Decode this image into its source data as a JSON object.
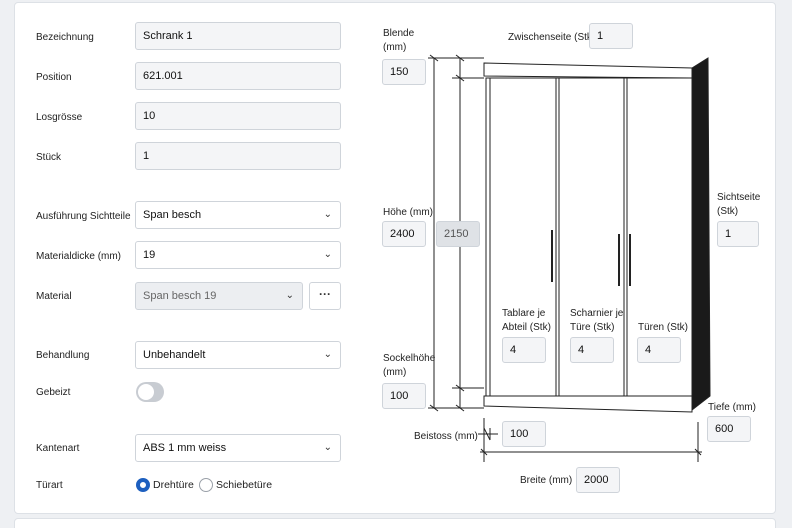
{
  "form": {
    "bezeichnung": {
      "label": "Bezeichnung",
      "value": "Schrank 1"
    },
    "position": {
      "label": "Position",
      "value": "621.001"
    },
    "losgroesse": {
      "label": "Losgrösse",
      "value": "10"
    },
    "stueck": {
      "label": "Stück",
      "value": "1"
    },
    "ausfuehrung": {
      "label": "Ausführung Sichtteile",
      "value": "Span besch"
    },
    "materialdicke": {
      "label": "Materialdicke (mm)",
      "value": "19"
    },
    "material": {
      "label": "Material",
      "value": "Span besch 19",
      "button": "···"
    },
    "behandlung": {
      "label": "Behandlung",
      "value": "Unbehandelt"
    },
    "gebeizt": {
      "label": "Gebeizt",
      "on": false
    },
    "kantenart": {
      "label": "Kantenart",
      "value": "ABS 1 mm weiss"
    },
    "tuerart": {
      "label": "Türart",
      "options": [
        "Drehtüre",
        "Schiebetüre"
      ],
      "selected": "Drehtüre"
    }
  },
  "diagram": {
    "blende": {
      "label_line1": "Blende",
      "label_line2": "(mm)",
      "value": "150"
    },
    "zwischenseite": {
      "label": "Zwischenseite (Stk)",
      "value": "1"
    },
    "hoehe": {
      "label": "Höhe (mm)",
      "value": "2400",
      "computed": "2150"
    },
    "sichtseite": {
      "label_line1": "Sichtseite",
      "label_line2": "(Stk)",
      "value": "1"
    },
    "tablare": {
      "label_line1": "Tablare je",
      "label_line2": "Abteil (Stk)",
      "value": "4"
    },
    "scharnier": {
      "label_line1": "Scharnier je",
      "label_line2": "Türe (Stk)",
      "value": "4"
    },
    "tueren": {
      "label": "Türen (Stk)",
      "value": "4"
    },
    "sockelhoehe": {
      "label_line1": "Sockelhöhe",
      "label_line2": "(mm)",
      "value": "100"
    },
    "tiefe": {
      "label": "Tiefe (mm)",
      "value": "600"
    },
    "beistoss": {
      "label": "Beistoss (mm)",
      "value": "100"
    },
    "breite": {
      "label": "Breite (mm)",
      "value": "2000"
    }
  },
  "icons": {
    "chevron": "chevron-down-icon",
    "ellipsis": "ellipsis-icon"
  },
  "colors": {
    "accent": "#1d5fbf",
    "cabinet_dark": "#1a1a1a"
  }
}
